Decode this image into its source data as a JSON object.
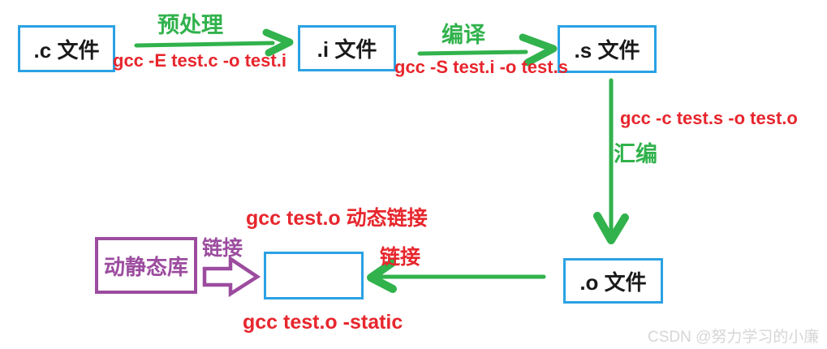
{
  "colors": {
    "box_border_blue": "#2aa2e4",
    "arrow_green": "#31b24c",
    "command_red": "#e7262d",
    "library_purple": "#9c4c9f",
    "box_text_black": "#1a1a1a",
    "watermark_gray": "#d6d6d6"
  },
  "nodes": {
    "c_file": ".c 文件",
    "i_file": ".i 文件",
    "s_file": ".s 文件",
    "o_file": ".o 文件",
    "library": "动静态库",
    "output_box": ""
  },
  "steps": {
    "preprocess_label": "预处理",
    "preprocess_command": "gcc -E test.c -o test.i",
    "compile_label": "编译",
    "compile_command": "gcc -S test.i -o test.s",
    "assemble_label": "汇编",
    "assemble_command": "gcc -c test.s -o test.o",
    "dynamic_link_command": "gcc test.o  动态链接",
    "static_link_command": "gcc test.o -static",
    "link_label_red": "链接",
    "link_label_purple": "链接"
  },
  "watermark": "CSDN @努力学习的小廉"
}
